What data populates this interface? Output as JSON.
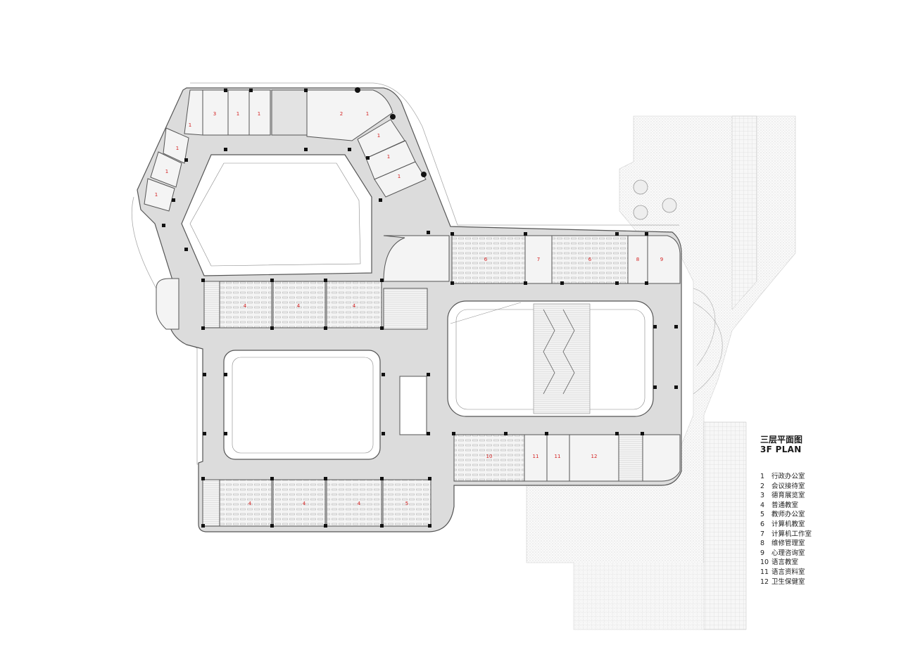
{
  "title": {
    "cn": "三层平面图",
    "en": "3F PLAN"
  },
  "legend": [
    {
      "num": "1",
      "label": "行政办公室"
    },
    {
      "num": "2",
      "label": "会议接待室"
    },
    {
      "num": "3",
      "label": "德育展览室"
    },
    {
      "num": "4",
      "label": "普通教室"
    },
    {
      "num": "5",
      "label": "教师办公室"
    },
    {
      "num": "6",
      "label": "计算机教室"
    },
    {
      "num": "7",
      "label": "计算机工作室"
    },
    {
      "num": "8",
      "label": "维修管理室"
    },
    {
      "num": "9",
      "label": "心理咨询室"
    },
    {
      "num": "10",
      "label": "语言教室"
    },
    {
      "num": "11",
      "label": "语言资料室"
    },
    {
      "num": "12",
      "label": "卫生保健室"
    }
  ],
  "rooms": [
    "1",
    "1",
    "1",
    "1",
    "1",
    "1",
    "1",
    "1",
    "1",
    "1",
    "2",
    "3",
    "4",
    "4",
    "4",
    "4",
    "4",
    "4",
    "5",
    "6",
    "6",
    "7",
    "8",
    "9",
    "10",
    "11",
    "11",
    "12"
  ],
  "colors": {
    "corridor": "#dcdcdc",
    "room": "#f4f4f4",
    "wall": "#555555",
    "label": "#d42020"
  }
}
